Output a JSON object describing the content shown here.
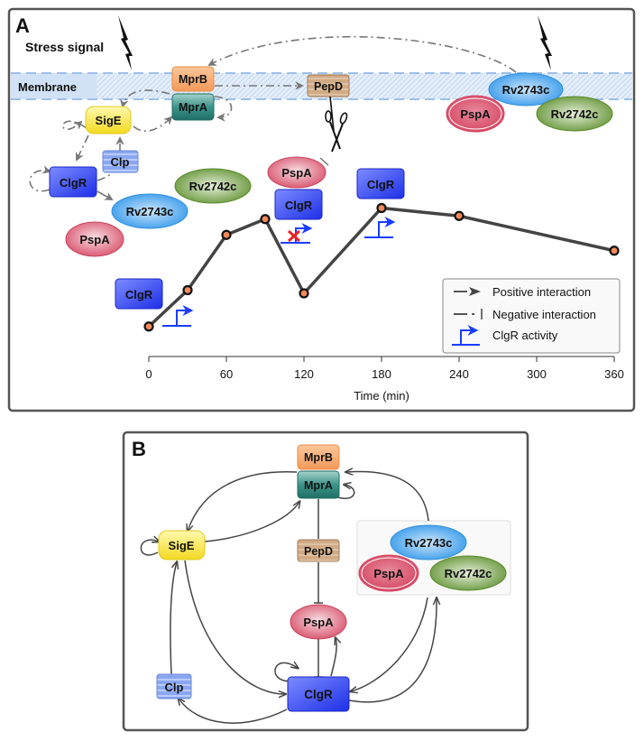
{
  "panel_a": {
    "label": "A",
    "stress_signal": "Stress signal",
    "membrane": "Membrane",
    "nodes": {
      "mprb": "MprB",
      "mpra": "MprA",
      "pepd": "PepD",
      "sige": "SigE",
      "clp": "Clp",
      "clgr": "ClgR",
      "rv2742c": "Rv2742c",
      "rv2743c": "Rv2743c",
      "pspa": "PspA"
    },
    "legend": {
      "positive": "Positive interaction",
      "negative": "Negative interaction",
      "activity": "ClgR activity"
    }
  },
  "panel_b": {
    "label": "B",
    "nodes": {
      "mprb": "MprB",
      "mpra": "MprA",
      "pepd": "PepD",
      "sige": "SigE",
      "clp": "Clp",
      "clgr": "ClgR",
      "rv2742c": "Rv2742c",
      "rv2743c": "Rv2743c",
      "pspa": "PspA"
    }
  },
  "colors": {
    "mprb": "#f7a064",
    "mpra": "#2e8a80",
    "pepd": "#c9a27a",
    "sige": "#f4e040",
    "clp": "#8ea8f2",
    "clgr": "#3344ee",
    "rv2742c": "#6a9a35",
    "rv2743c": "#3aa0ec",
    "pspa": "#d9566e",
    "membrane": "#a9c8ee",
    "line": "#444444",
    "point": "#f58a5a",
    "activity": "#1a3cff",
    "block": "#ee2222"
  },
  "chart_data": {
    "type": "line",
    "title": "",
    "xlabel": "Time (min)",
    "ylabel": "",
    "x_ticks": [
      0,
      60,
      120,
      180,
      240,
      300,
      360
    ],
    "x_tick_labels": [
      "0",
      "60",
      "120",
      "180",
      "240",
      "300",
      "360"
    ],
    "xlim": [
      0,
      360
    ],
    "ylim": [
      0,
      1
    ],
    "series": [
      {
        "name": "ClgR activity (relative)",
        "x": [
          0,
          30,
          60,
          90,
          120,
          180,
          240,
          360
        ],
        "y": [
          0.19,
          0.42,
          0.77,
          0.87,
          0.4,
          0.94,
          0.89,
          0.67
        ]
      }
    ],
    "grid": false,
    "legend_position": "bottom-right"
  }
}
